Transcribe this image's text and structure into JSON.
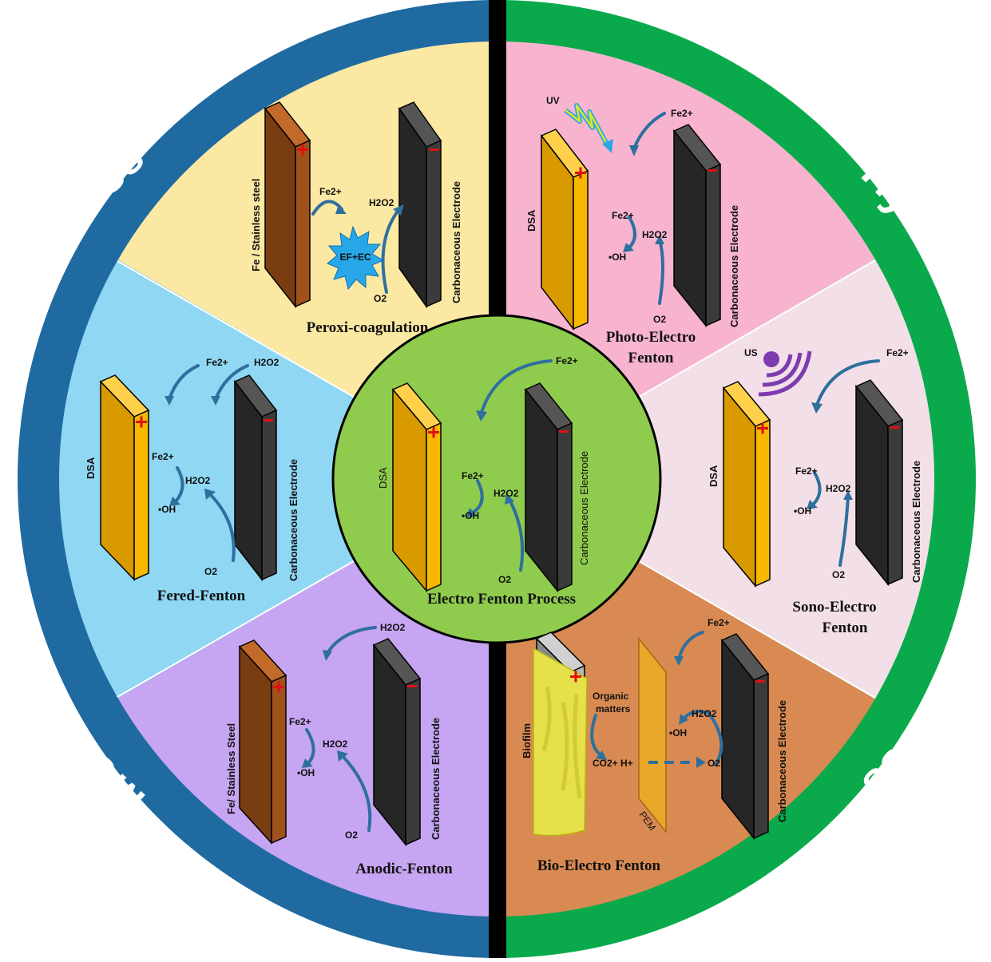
{
  "ring": {
    "left_title": "Modified Electro-Fenton Process",
    "right_title": "Hybrid Electro-Fenton Process",
    "left_color": "#1f6aa1",
    "right_color": "#0aaa4c"
  },
  "center": {
    "title": "Electro Fenton Process",
    "anode": "DSA",
    "cathode": "Carbonaceous Electrode",
    "fe": "Fe2+",
    "h2o2": "H2O2",
    "oh": "•OH",
    "o2": "O2",
    "color": "#8fcb4d"
  },
  "sectors": {
    "peroxi": {
      "title": "Peroxi-coagulation",
      "anode": "Fe / Stainless steel",
      "cathode": "Carbonaceous Electrode",
      "fe": "Fe2+",
      "h2o2": "H2O2",
      "o2": "O2",
      "burst": "EF+EC",
      "color": "#fbe8a3"
    },
    "photo": {
      "title_line1": "Photo-Electro",
      "title_line2": "Fenton",
      "anode": "DSA",
      "cathode": "Carbonaceous Electrode",
      "uv": "UV",
      "fe_top": "Fe2+",
      "fe": "Fe2+",
      "h2o2": "H2O2",
      "oh": "•OH",
      "o2": "O2",
      "color": "#f8b4cf"
    },
    "fered": {
      "title": "Fered-Fenton",
      "anode": "DSA",
      "cathode": "Carbonaceous Electrode",
      "fe_top": "Fe2+",
      "h2o2_top": "H2O2",
      "fe": "Fe2+",
      "h2o2": "H2O2",
      "oh": "•OH",
      "o2": "O2",
      "color": "#8fd7f3"
    },
    "sono": {
      "title_line1": "Sono-Electro",
      "title_line2": "Fenton",
      "anode": "DSA",
      "cathode": "Carbonaceous Electrode",
      "us": "US",
      "fe_top": "Fe2+",
      "fe": "Fe2+",
      "h2o2": "H2O2",
      "oh": "•OH",
      "o2": "O2",
      "color": "#f3dfe7"
    },
    "anodic": {
      "title": "Anodic-Fenton",
      "anode": "Fe/ Stainless Steel",
      "cathode": "Carbonaceous Electrode",
      "h2o2_top": "H2O2",
      "fe": "Fe2+",
      "h2o2": "H2O2",
      "oh": "•OH",
      "o2": "O2",
      "color": "#c6a5f2"
    },
    "bio": {
      "title": "Bio-Electro Fenton",
      "biofilm": "Biofilm",
      "pem": "PEM",
      "cathode": "Carbonaceous Electrode",
      "organic_line1": "Organic",
      "organic_line2": "matters",
      "co2": "CO2+ H+",
      "fe_top": "Fe2+",
      "h2o2": "H2O2",
      "oh": "•OH",
      "o2": "O2",
      "color": "#d98a52"
    }
  },
  "colors": {
    "anode_front": "#f7b800",
    "anode_side": "#d99a00",
    "anode_top": "#ffd14a",
    "iron_front": "#a0521c",
    "iron_side": "#7a3d12",
    "cathode_front": "#3b3b3b",
    "cathode_side": "#262626",
    "arrow": "#2e6f9e",
    "plus": "#e01010",
    "divider": "#000000"
  }
}
